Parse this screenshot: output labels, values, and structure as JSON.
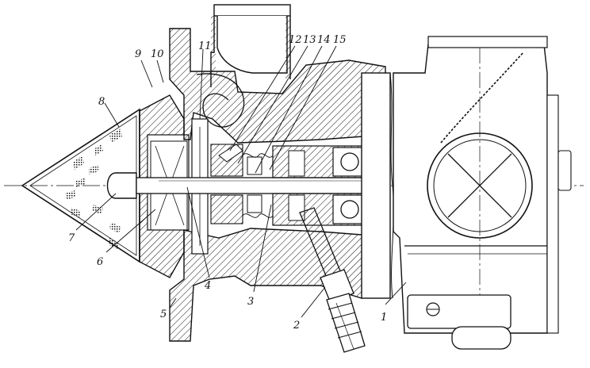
{
  "figure": {
    "callouts": [
      {
        "id": "c1",
        "text": "1"
      },
      {
        "id": "c2",
        "text": "2"
      },
      {
        "id": "c3",
        "text": "3"
      },
      {
        "id": "c4",
        "text": "4"
      },
      {
        "id": "c5",
        "text": "5"
      },
      {
        "id": "c6",
        "text": "6"
      },
      {
        "id": "c7",
        "text": "7"
      },
      {
        "id": "c8",
        "text": "8"
      },
      {
        "id": "c9",
        "text": "9"
      },
      {
        "id": "c10",
        "text": "10"
      },
      {
        "id": "c11",
        "text": "11"
      },
      {
        "id": "c12",
        "text": "12"
      },
      {
        "id": "c13",
        "text": "13"
      },
      {
        "id": "c14",
        "text": "14"
      },
      {
        "id": "c15",
        "text": "15"
      }
    ]
  },
  "colors": {
    "ink": "#111111",
    "paper": "#ffffff"
  }
}
